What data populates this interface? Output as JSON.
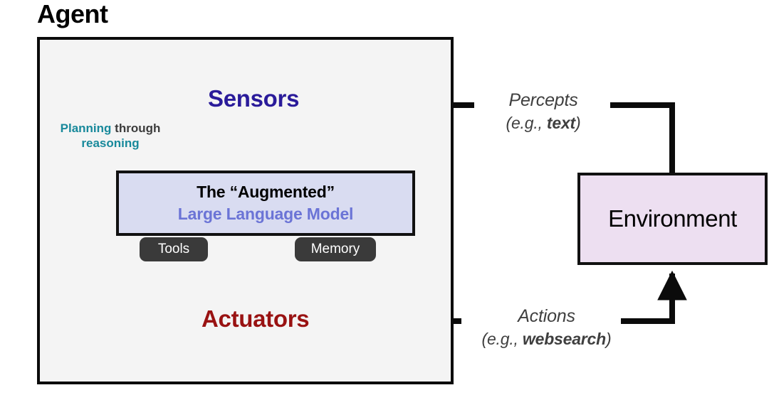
{
  "diagram": {
    "title": "Agent",
    "nodes": {
      "agent_container": {
        "label": "Agent",
        "fill": "#F4F4F4",
        "border": "#0B0B0B"
      },
      "sensors": {
        "label": "Sensors",
        "color": "#2A1B9A"
      },
      "actuators": {
        "label": "Actuators",
        "color": "#991212"
      },
      "llm": {
        "line1": "The “Augmented”",
        "line2": "Large Language Model",
        "line1_color": "#000000",
        "line2_color": "#6B74D6",
        "fill": "#D9DCF1",
        "border": "#111111"
      },
      "tools": {
        "label": "Tools",
        "fill": "#3A3A3A",
        "color": "#FFFFFF"
      },
      "memory": {
        "label": "Memory",
        "fill": "#3A3A3A",
        "color": "#FFFFFF"
      },
      "environment": {
        "label": "Environment",
        "fill": "#EDDFF1",
        "border": "#111111",
        "color": "#000000"
      }
    },
    "annotations": {
      "planning": {
        "highlight_1": "Planning",
        "plain": "through",
        "highlight_2": "reasoning",
        "highlight_color": "#18899B",
        "plain_color": "#3C3C3C"
      }
    },
    "edges": {
      "percepts": {
        "line1": "Percepts",
        "line2_prefix": "(e.g., ",
        "line2_emphasis": "text",
        "line2_suffix": ")",
        "color": "#3F3F3F",
        "from": "Environment",
        "to": "Sensors"
      },
      "actions": {
        "line1": "Actions",
        "line2_prefix": "(e.g., ",
        "line2_emphasis": "websearch",
        "line2_suffix": ")",
        "color": "#3F3F3F",
        "from": "Actuators",
        "to": "Environment"
      },
      "sensors_to_llm": {
        "label": "",
        "style": "plain-line"
      },
      "llm_to_actuators": {
        "label": "",
        "style": "arrow-down"
      },
      "llm_self_loop": {
        "label": "Planning through reasoning",
        "style": "loop-arrow"
      }
    }
  }
}
